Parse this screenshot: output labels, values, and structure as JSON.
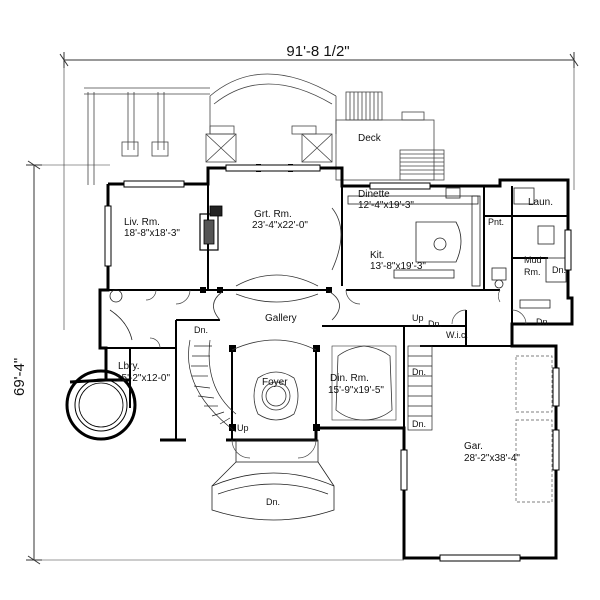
{
  "dimensions": {
    "overall_width": "91'-8 1/2\"",
    "overall_depth": "69'-4\""
  },
  "rooms": [
    {
      "id": "deck",
      "name": "Deck",
      "size": ""
    },
    {
      "id": "dinette",
      "name": "Dinette",
      "size": "12'-4\"x19'-3\""
    },
    {
      "id": "laundry",
      "name": "Laun.",
      "size": ""
    },
    {
      "id": "pantry",
      "name": "Pnt.",
      "size": ""
    },
    {
      "id": "living-room",
      "name": "Liv. Rm.",
      "size": "18'-8\"x18'-3\""
    },
    {
      "id": "great-room",
      "name": "Grt. Rm.",
      "size": "23'-4\"x22'-0\""
    },
    {
      "id": "kitchen",
      "name": "Kit.",
      "size": "13'-8\"x19'-3\""
    },
    {
      "id": "mud-room",
      "name": "Mud",
      "name2": "Rm.",
      "size": ""
    },
    {
      "id": "gallery",
      "name": "Gallery",
      "size": ""
    },
    {
      "id": "library",
      "name": "Lbry.",
      "size": "15'-2\"x12-0\""
    },
    {
      "id": "foyer",
      "name": "Foyer",
      "size": ""
    },
    {
      "id": "dining-room",
      "name": "Din. Rm.",
      "size": "15'-9\"x19'-5\""
    },
    {
      "id": "walk-in-closet",
      "name": "W.i.c.",
      "size": ""
    },
    {
      "id": "garage",
      "name": "Gar.",
      "size": "28'-2\"x38'-4\""
    }
  ],
  "stair_notes": {
    "up": "Up",
    "down": "Dn."
  }
}
